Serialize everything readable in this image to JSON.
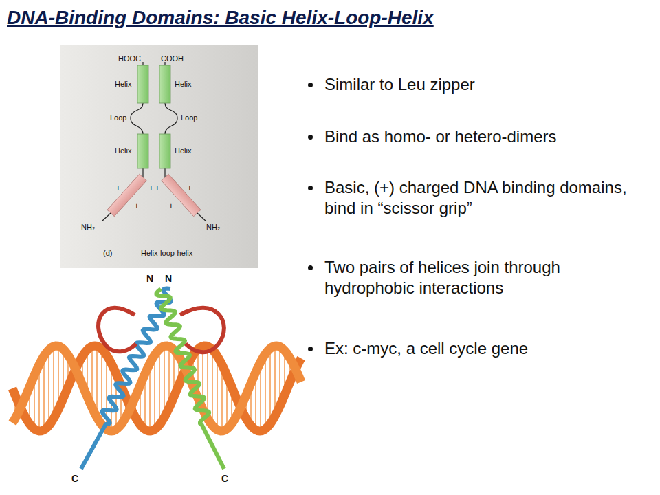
{
  "diagram": {
    "title": "DNA-Binding Domains: Basic Helix-Loop-Helix",
    "labels": [
      "HOOC",
      "COOH",
      "Helix",
      "Helix",
      "Loop",
      "Loop",
      "Helix",
      "Helix",
      "+",
      "+",
      "+",
      "+",
      "+",
      "+",
      "NH₂",
      "NH₂",
      "(d)",
      "Helix-loop-helix",
      "Similar to Leu zipper",
      "Bind as homo- or hetero-dimers",
      "Basic, (+) charged DNA binding domains, bind in “scissor grip”",
      "Two pairs of helices join through hydrophobic interactions",
      "Ex: c-myc, a cell cycle gene",
      "N",
      "N",
      "C",
      "C"
    ]
  }
}
